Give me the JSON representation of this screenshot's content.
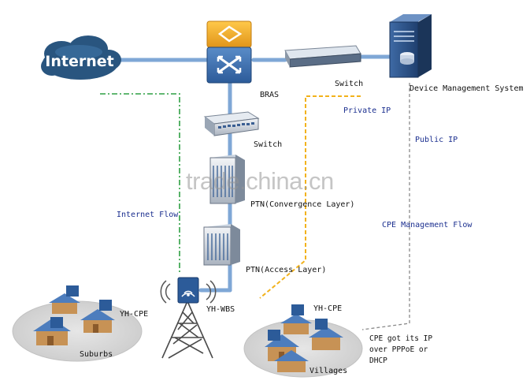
{
  "cloud": {
    "label": "Internet"
  },
  "nodes": {
    "bras": "BRAS",
    "switch_top": "Switch",
    "dms": "Device Management System",
    "switch_mid": "Switch",
    "ptn_conv": "PTN(Convergence Layer)",
    "ptn_access": "PTN(Access Layer)",
    "wbs": "YH-WBS",
    "cpe_left": "YH-CPE",
    "cpe_right": "YH-CPE",
    "suburbs": "Suburbs",
    "villages": "Villages"
  },
  "flows": {
    "private_ip": "Private IP",
    "public_ip": "Public IP",
    "internet_flow": "Internet Flow",
    "cpe_mgmt_flow": "CPE Management Flow",
    "cpe_ip_line1": "CPE got its IP",
    "cpe_ip_line2": "over PPPoE or",
    "cpe_ip_line3": "DHCP"
  },
  "watermark": "trade.china.cn",
  "colors": {
    "link_line": "#7fa7d6",
    "internet_flow": "#2ea043",
    "private_flow": "#f2b21c",
    "mgmt_flow": "#8a8a8a",
    "cloud": "#29557f"
  }
}
